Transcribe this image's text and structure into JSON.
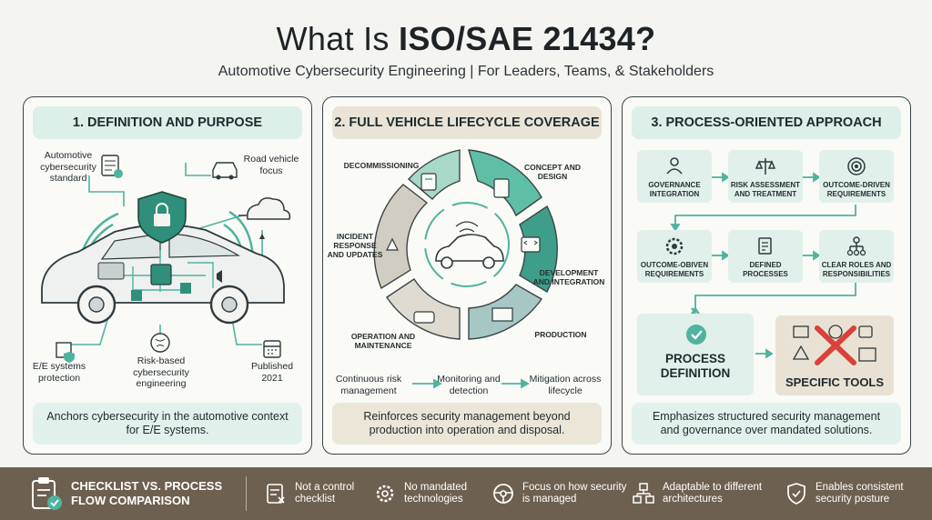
{
  "header": {
    "title_plain": "What Is ",
    "title_bold": "ISO/SAE 21434?",
    "subtitle": "Automotive Cybersecurity Engineering | For Leaders, Teams, & Stakeholders"
  },
  "panel1": {
    "title": "1. DEFINITION AND PURPOSE",
    "labels": {
      "standard": "Automotive cybersecurity standard",
      "road_vehicle": "Road vehicle focus",
      "ee_protection": "E/E systems protection",
      "risk_based": "Risk-based cybersecurity engineering",
      "published": "Published 2021"
    },
    "footer": "Anchors cybersecurity in the automotive context for E/E systems."
  },
  "panel2": {
    "title": "2. FULL VEHICLE LIFECYCLE COVERAGE",
    "stages": {
      "decommissioning": "DECOMMISSIONING",
      "concept": "CONCEPT AND DESIGN",
      "development": "DEVELOPMENT AND INTEGRATION",
      "production": "PRODUCTION",
      "operation": "OPERATION AND MAINTENANCE",
      "incident": "INCIDENT RESPONSE AND UPDATES"
    },
    "flow": [
      "Continuous risk management",
      "Monitoring and detection",
      "Mitigation across lifecycle"
    ],
    "footer": "Reinforces security management beyond production into operation and disposal."
  },
  "panel3": {
    "title": "3. PROCESS-ORIENTED APPROACH",
    "steps": [
      "GOVERNANCE INTEGRATION",
      "RISK ASSESSMENT AND TREATMENT",
      "OUTCOME-DRIVEN REQUIREMENTS",
      "OUTCOME-OBIVEN REQUIREMENTS",
      "DEFINED PROCESSES",
      "CLEAR ROLES AND RESPONSIBILITIES"
    ],
    "process_definition": "PROCESS DEFINITION",
    "specific_tools": "SPECIFIC TOOLS",
    "footer": "Emphasizes structured security management and governance over mandated solutions."
  },
  "bottom_bar": {
    "main": "CHECKLIST VS. PROCESS FLOW COMPARISON",
    "items": [
      "Not a control checklist",
      "No mandated technologies",
      "Focus on how security is managed",
      "Adaptable to different architectures",
      "Enables consistent security posture"
    ]
  },
  "colors": {
    "teal": "#4fb39f",
    "mint_panel": "#dcefe9",
    "beige_panel": "#e9e4d7",
    "bar_brown": "#6e6050",
    "red_x": "#d9413a"
  }
}
